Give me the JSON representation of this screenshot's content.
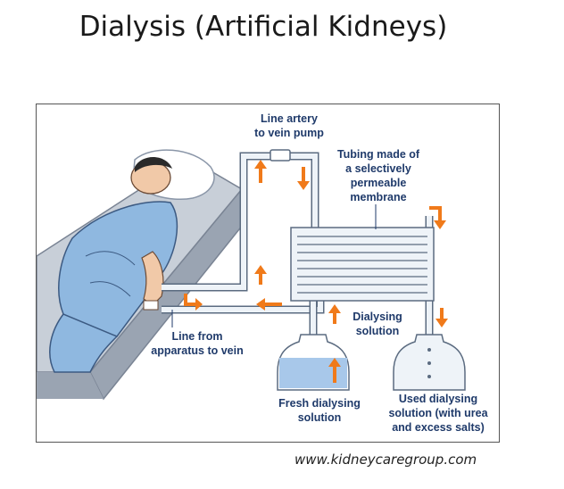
{
  "title": "Dialysis (Artificial Kidneys)",
  "credit": "www.kidneycaregroup.com",
  "labels": {
    "line_artery": "Line artery\nto vein pump",
    "tubing": "Tubing made of\na selectively\npermeable\nmembrane",
    "dialysing_solution": "Dialysing\nsolution",
    "line_from_apparatus": "Line from\napparatus to vein",
    "fresh_solution": "Fresh dialysing\nsolution",
    "used_solution": "Used dialysing\nsolution (with urea\nand excess salts)"
  },
  "colors": {
    "arrow": "#f07a1a",
    "tube_fill": "#eef3f8",
    "tube_stroke": "#5b6b80",
    "patient_blue": "#8fb8e0",
    "bed_grey": "#c8cfd8",
    "liquid": "#a8c8ea"
  }
}
